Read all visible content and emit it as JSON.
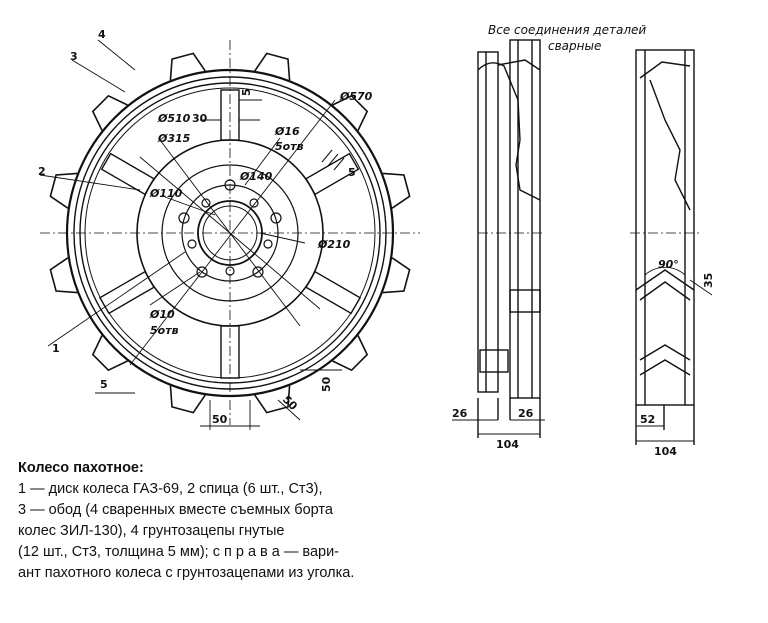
{
  "diagram": {
    "callouts": [
      "1",
      "2",
      "3",
      "4"
    ],
    "dimensions": {
      "d570": "Ø570",
      "d510": "Ø510",
      "d315": "Ø315",
      "d210": "Ø210",
      "d140": "Ø140",
      "d110": "Ø110",
      "d16": "Ø16",
      "d16_count": "5отв",
      "d10": "Ø10",
      "d10_count": "5отв",
      "w30": "30",
      "w5_top": "5",
      "w5_right": "5",
      "w5_bottom": "5",
      "w50_bottom": "50",
      "w50_lug": "50",
      "w50_side": "50",
      "side_26_left": "26",
      "side_26_right": "26",
      "side_104_left": "104",
      "side_52": "52",
      "side_104_right": "104",
      "angle": "90°",
      "lug_35": "35"
    },
    "note_line1": "Все соединения деталей",
    "note_line2": "сварные"
  },
  "caption": {
    "title": "Колесо пахотное:",
    "lines": [
      "1 — диск колеса ГАЗ-69, 2    спица (6 шт., Ст3),",
      "3 — обод (4 сваренных вместе съемных борта",
      "колес ЗИЛ-130), 4    грунтозацепы гнутые",
      "(12 шт., Ст3, толщина 5 мм); с п р а в а — вари-",
      "ант пахотного колеса с грунтозацепами из уголка."
    ]
  }
}
